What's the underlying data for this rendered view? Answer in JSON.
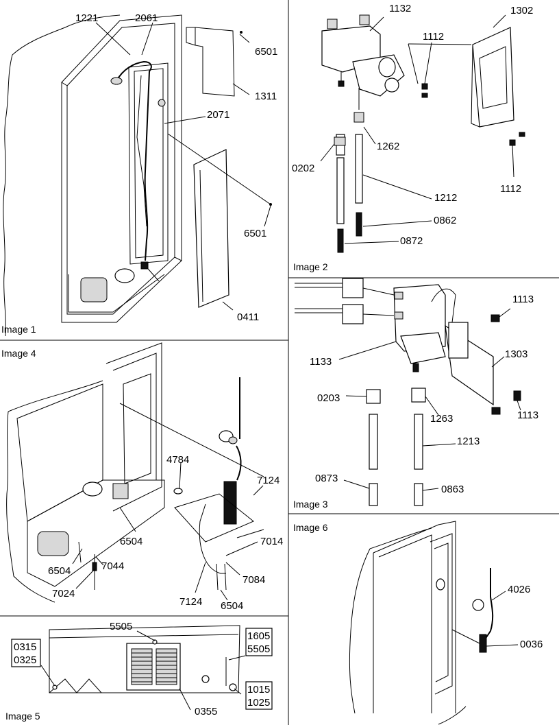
{
  "panels": [
    {
      "caption": "Image 1",
      "labels": [
        "1221",
        "2061",
        "6501",
        "1311",
        "2071",
        "6501",
        "0411"
      ]
    },
    {
      "caption": "Image 2",
      "labels": [
        "1132",
        "1302",
        "1112",
        "1262",
        "0202",
        "1212",
        "1112",
        "0862",
        "0872"
      ]
    },
    {
      "caption": "Image 3",
      "labels": [
        "1113",
        "1303",
        "1133",
        "0203",
        "1263",
        "1113",
        "1213",
        "0873",
        "0863"
      ]
    },
    {
      "caption": "Image 4",
      "labels": [
        "4784",
        "7124",
        "6504",
        "7014",
        "6504",
        "7044",
        "7084",
        "7024",
        "7124",
        "6504"
      ]
    },
    {
      "caption": "Image 5",
      "labels": [
        "5505",
        "1605",
        "5505",
        "0315",
        "0325",
        "1015",
        "1025",
        "0355"
      ]
    },
    {
      "caption": "Image 6",
      "labels": [
        "4026",
        "0036"
      ]
    }
  ]
}
